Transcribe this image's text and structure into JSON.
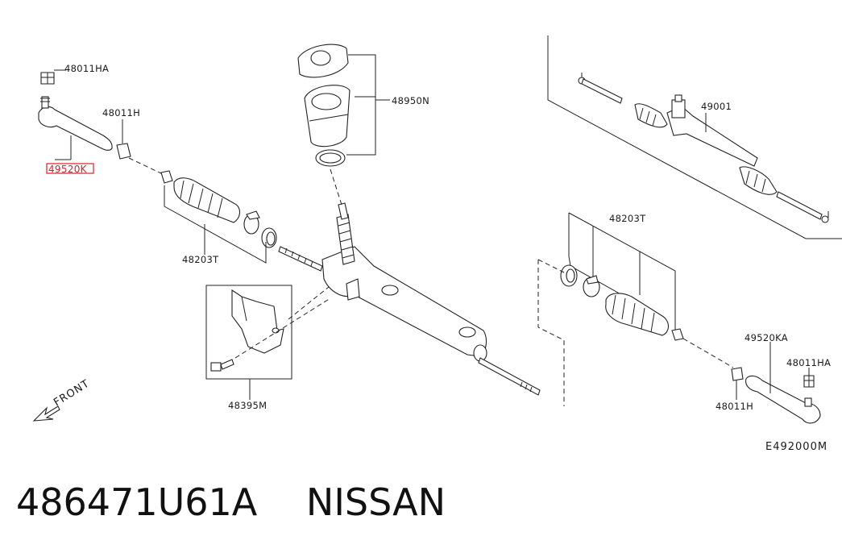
{
  "diagram": {
    "part_labels": {
      "nut_top_left": "48011HA",
      "bushing_left": "48011H",
      "tie_rod_end_left": "49520K",
      "boot_kit_left": "48203T",
      "boot_kit_right": "48203T",
      "pinion_boot": "48950N",
      "gear_assembly": "49001",
      "heat_insulator": "48395M",
      "tie_rod_end_right": "49520KA",
      "nut_right": "48011HA",
      "bushing_right": "48011H"
    },
    "front_label": "FRONT",
    "diagram_code": "E492000M",
    "highlight_color": "#d8202a"
  },
  "footer": {
    "part_number": "486471U61A",
    "brand": "NISSAN"
  }
}
